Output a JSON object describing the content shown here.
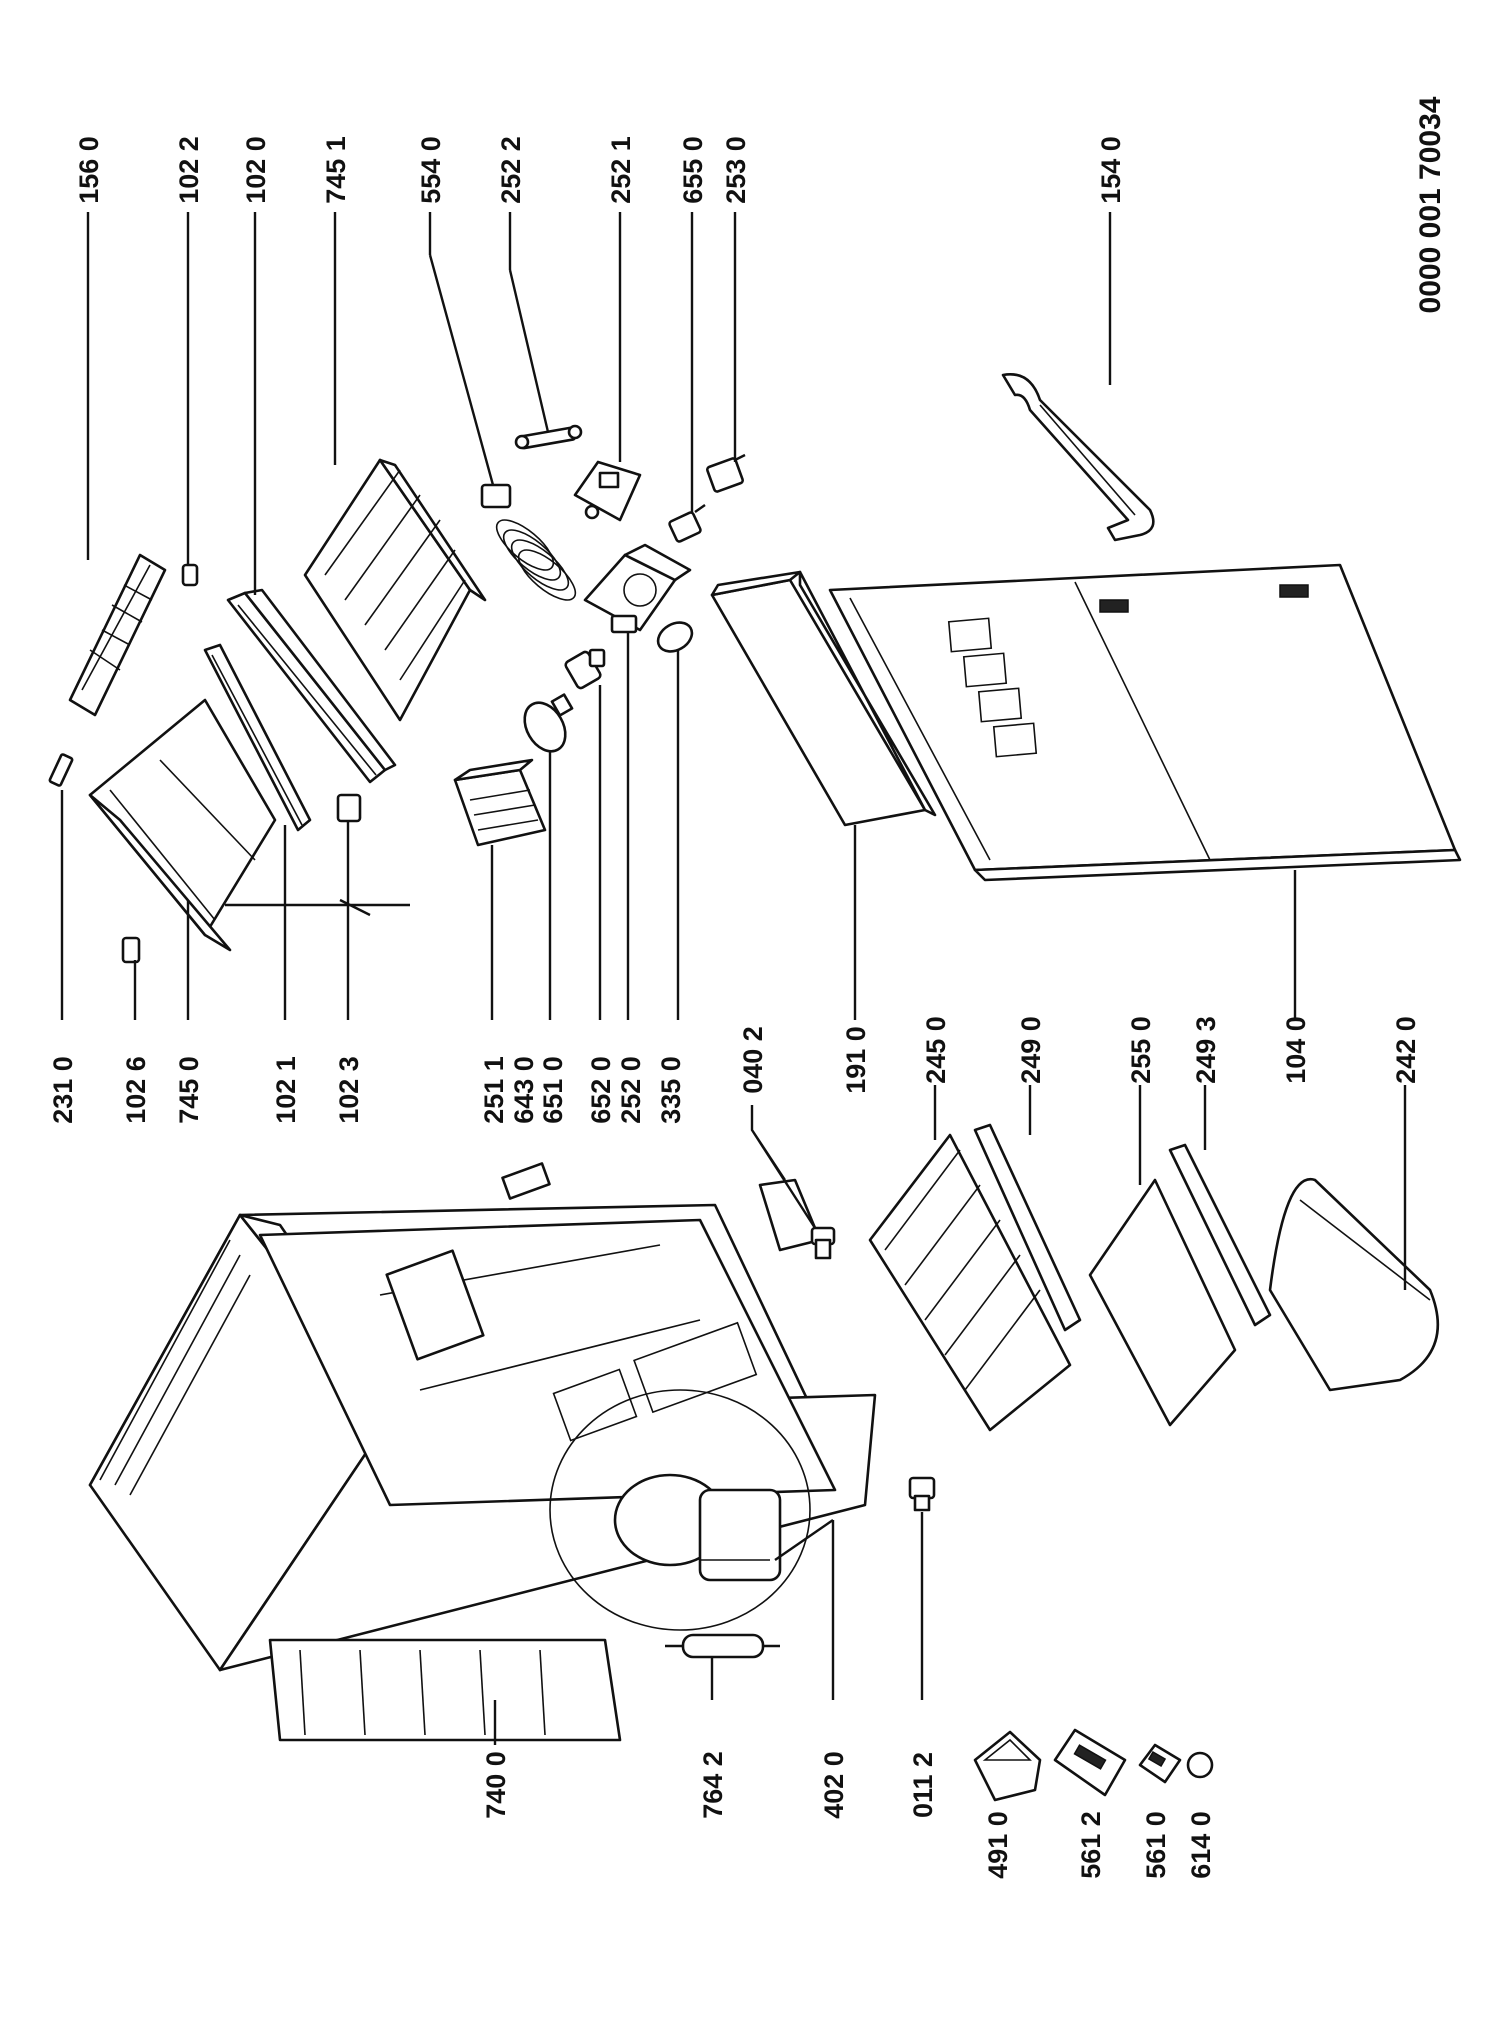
{
  "drawing_code": "0000 001 70034",
  "labels": {
    "p231_0": "231 0",
    "p102_6": "102 6",
    "p745_0": "745 0",
    "p102_1": "102 1",
    "p102_3": "102 3",
    "p251_1": "251 1",
    "p643_0": "643 0",
    "p651_0": "651 0",
    "p652_0": "652 0",
    "p252_0": "252 0",
    "p335_0": "335 0",
    "p040_2": "040 2",
    "p191_0": "191 0",
    "p245_0": "245 0",
    "p249_0": "249 0",
    "p255_0": "255 0",
    "p249_3": "249 3",
    "p104_0": "104 0",
    "p242_0": "242 0",
    "p156_0": "156 0",
    "p102_2": "102 2",
    "p102_0": "102 0",
    "p745_1": "745 1",
    "p554_0": "554 0",
    "p252_2": "252 2",
    "p252_1": "252 1",
    "p655_0": "655 0",
    "p253_0": "253 0",
    "p154_0": "154 0",
    "p740_0": "740 0",
    "p764_2": "764 2",
    "p402_0": "402 0",
    "p011_2": "011 2",
    "p491_0": "491 0",
    "p561_2": "561 2",
    "p561_0": "561 0",
    "p614_0": "614 0"
  }
}
